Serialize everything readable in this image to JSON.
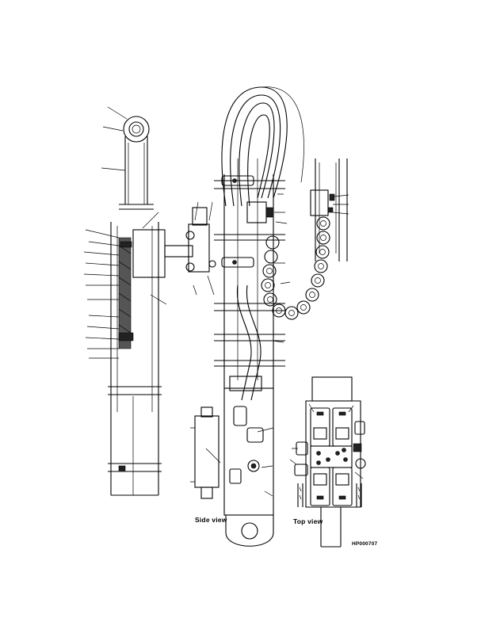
{
  "labels": {
    "side_view": "Side view",
    "top_view": "Top view",
    "drawing_code": "HP000707"
  }
}
